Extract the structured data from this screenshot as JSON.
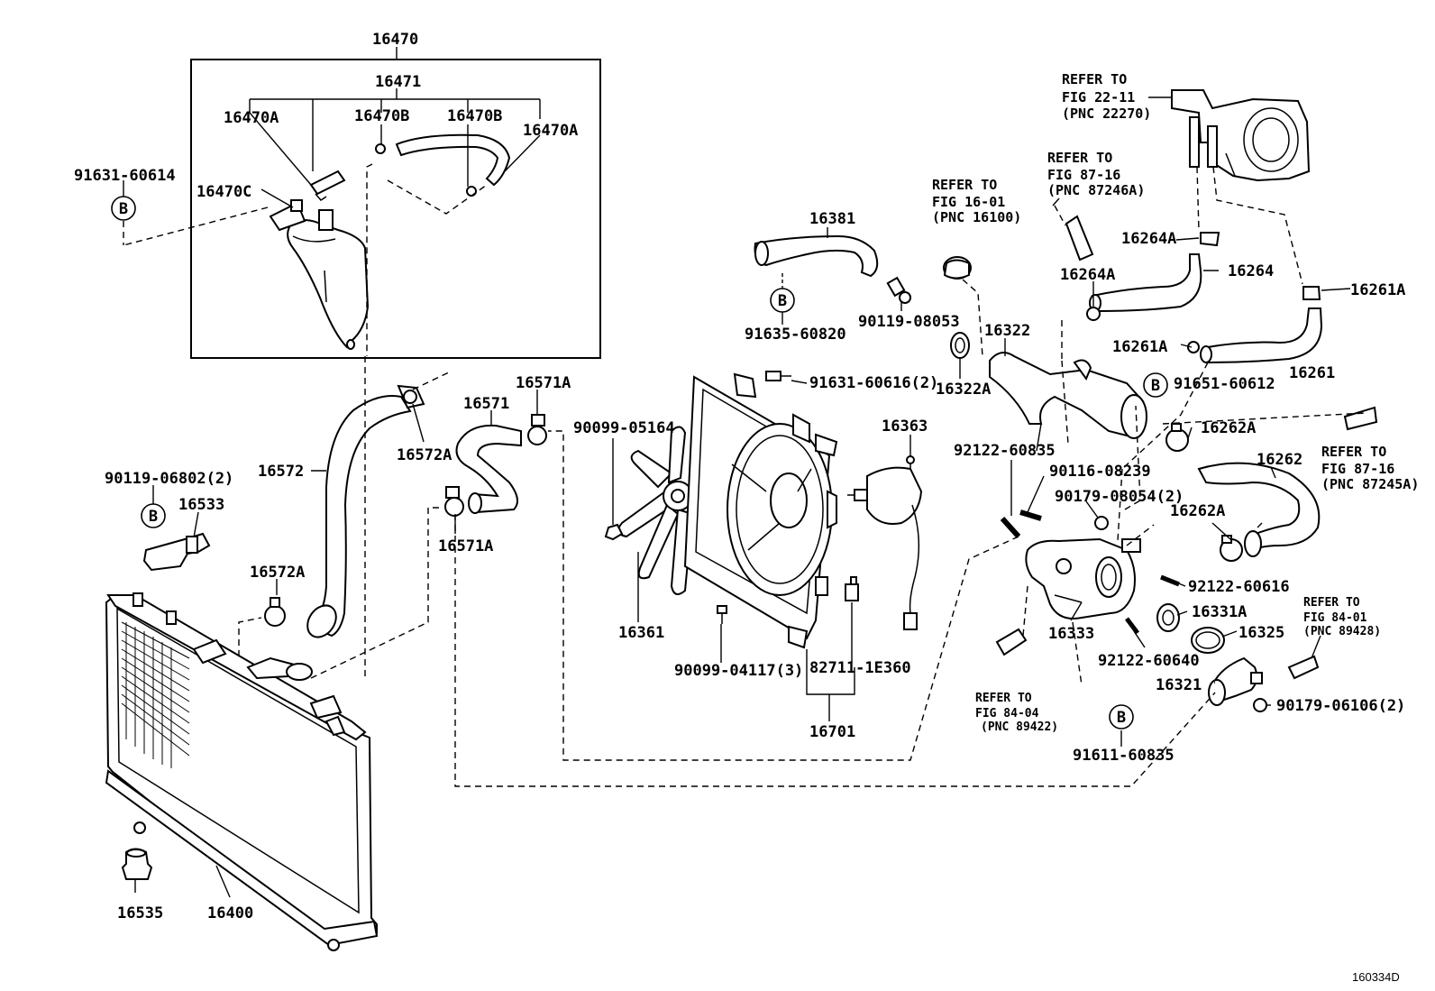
{
  "diagram_code": "160334D",
  "bullet_letter": "B",
  "refer": {
    "fig_22_11": [
      "REFER TO",
      "FIG 22-11",
      "(PNC 22270)"
    ],
    "fig_87_16_a": [
      "REFER TO",
      "FIG 87-16",
      "(PNC 87246A)"
    ],
    "fig_16_01": [
      "REFER TO",
      "FIG 16-01",
      "(PNC 16100)"
    ],
    "fig_87_16_b": [
      "REFER TO",
      "FIG 87-16",
      "(PNC 87245A)"
    ],
    "fig_84_01": [
      "REFER TO",
      "FIG 84-01",
      "(PNC 89428)"
    ],
    "fig_84_04": [
      "REFER TO",
      "FIG 84-04",
      "(PNC 89422)"
    ]
  },
  "labels": {
    "p16470": "16470",
    "p16471": "16471",
    "p16470A_l": "16470A",
    "p16470B_l": "16470B",
    "p16470B_r": "16470B",
    "p16470A_r": "16470A",
    "p16470C": "16470C",
    "p91631_60614": "91631-60614",
    "p16572": "16572",
    "p16572A_t": "16572A",
    "p16572A_b": "16572A",
    "p16571": "16571",
    "p16571A_t": "16571A",
    "p16571A_b": "16571A",
    "p90119_06802": "90119-06802(2)",
    "p16533": "16533",
    "p16535": "16535",
    "p16400": "16400",
    "p90099_05164": "90099-05164",
    "p16361": "16361",
    "p16381": "16381",
    "p91635_60820": "91635-60820",
    "p90119_08053": "90119-08053",
    "p91631_60616": "91631-60616(2)",
    "p16363": "16363",
    "p90099_04117": "90099-04117(3)",
    "p82711_1E360": "82711-1E360",
    "p16701": "16701",
    "p16322": "16322",
    "p16322A": "16322A",
    "p16264A_t": "16264A",
    "p16264A_m": "16264A",
    "p16264": "16264",
    "p16261A_r": "16261A",
    "p16261A_m": "16261A",
    "p16261": "16261",
    "p91651_60612": "91651-60612",
    "p16262A_t": "16262A",
    "p16262": "16262",
    "p16262A_b": "16262A",
    "p92122_60835": "92122-60835",
    "p90116_08239": "90116-08239",
    "p90179_08054": "90179-08054(2)",
    "p92122_60616": "92122-60616",
    "p16331A": "16331A",
    "p16325": "16325",
    "p16333": "16333",
    "p92122_60640": "92122-60640",
    "p16321": "16321",
    "p90179_06106": "90179-06106(2)",
    "p91611_60835": "91611-60835"
  }
}
